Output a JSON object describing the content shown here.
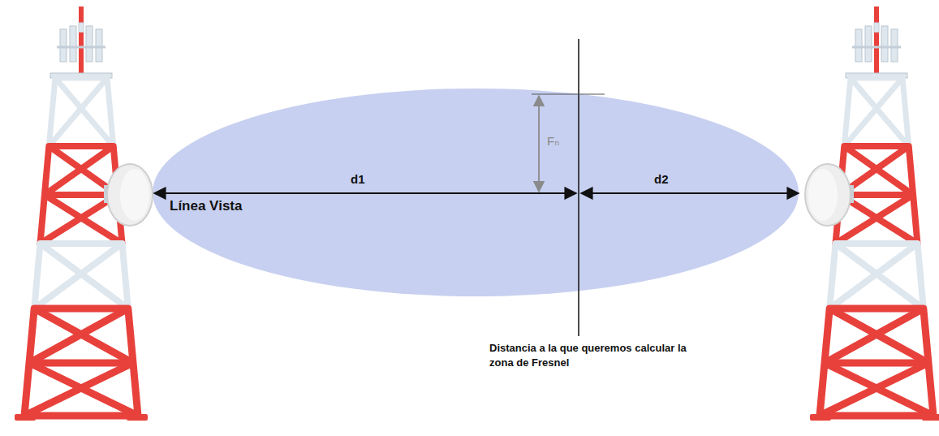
{
  "diagram": {
    "labels": [
      "Fₙ",
      "d1",
      "d2",
      "Línea Vista",
      "Distancia a la que queremos calcular la zona de Fresnel"
    ]
  }
}
